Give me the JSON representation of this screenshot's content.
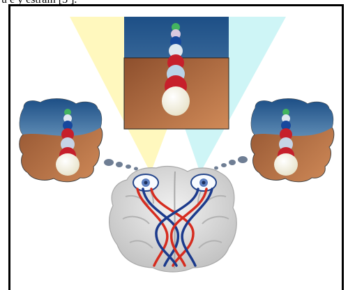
{
  "caption": {
    "text": "ū è y estrain [3 ]."
  },
  "figure": {
    "description_colors": {
      "sky": "#2f5e8f",
      "wood": "#b9734a",
      "left_cone": "#fff6a8",
      "right_cone": "#bdf1f3",
      "brain": "#d7d7d7",
      "left_path": "#d62c1f",
      "right_path": "#1b3a8c"
    },
    "panels": [
      "center-scene",
      "left-eye-view",
      "right-eye-view"
    ],
    "icons": [
      "left-eye-icon",
      "right-eye-icon",
      "brain-icon"
    ]
  }
}
